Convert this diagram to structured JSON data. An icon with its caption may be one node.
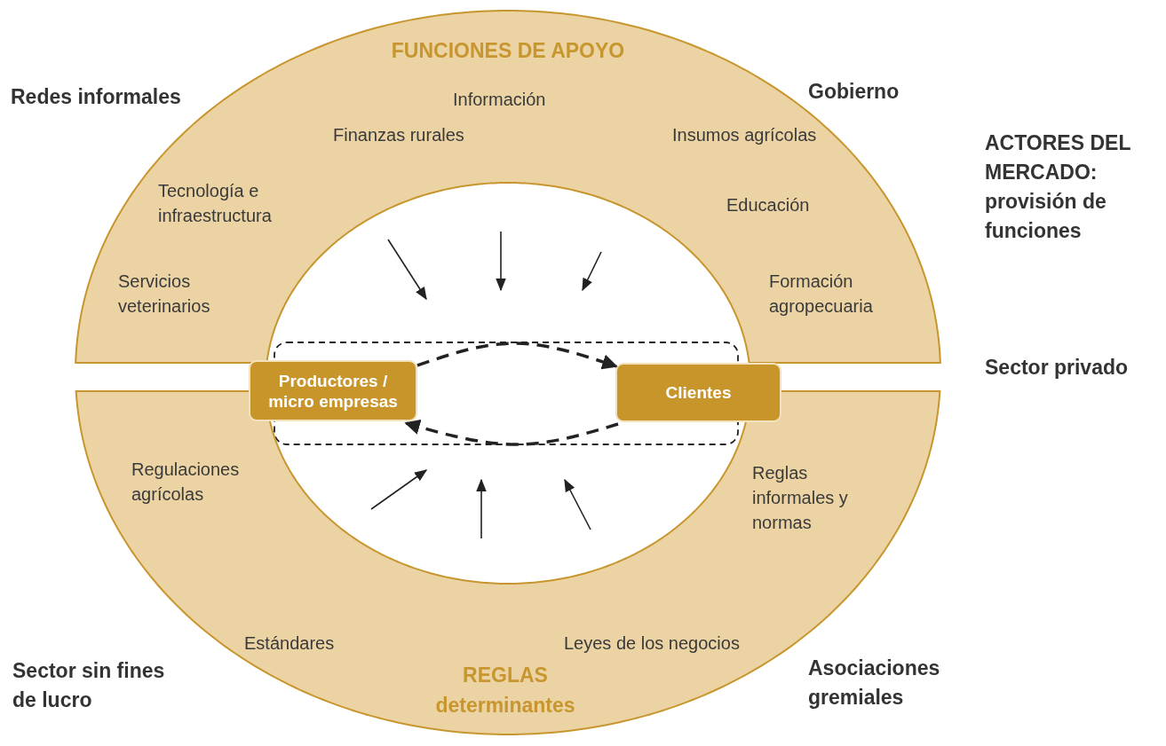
{
  "diagram": {
    "nodes": [
      {
        "text": [
          "FUNCIONES DE APOYO",
          "Información",
          "Finanzas rurales",
          "Insumos agrícolas",
          "Tecnología e infraestructura",
          "Educación",
          "Servicios veterinarios",
          "Formación agropecuaria"
        ]
      },
      {
        "text": [
          "Regulaciones agrícolas",
          "Reglas informales y normas",
          "Estándares",
          "Leyes de los negocios",
          "REGLAS determinantes"
        ]
      },
      {
        "text": [
          "Productores / micro empresas"
        ]
      },
      {
        "text": [
          "Clientes"
        ]
      }
    ],
    "edges": [
      {
        "from": 2,
        "to": 3,
        "arrow": "to",
        "style": "dashed"
      },
      {
        "from": 3,
        "to": 2,
        "arrow": "to",
        "style": "dashed"
      }
    ],
    "labels": [
      "Redes informales",
      "Gobierno",
      "ACTORES DEL MERCADO: provisión de funciones",
      "Sector privado",
      "Sector sin fines de lucro",
      "Asociaciones gremiales"
    ]
  }
}
